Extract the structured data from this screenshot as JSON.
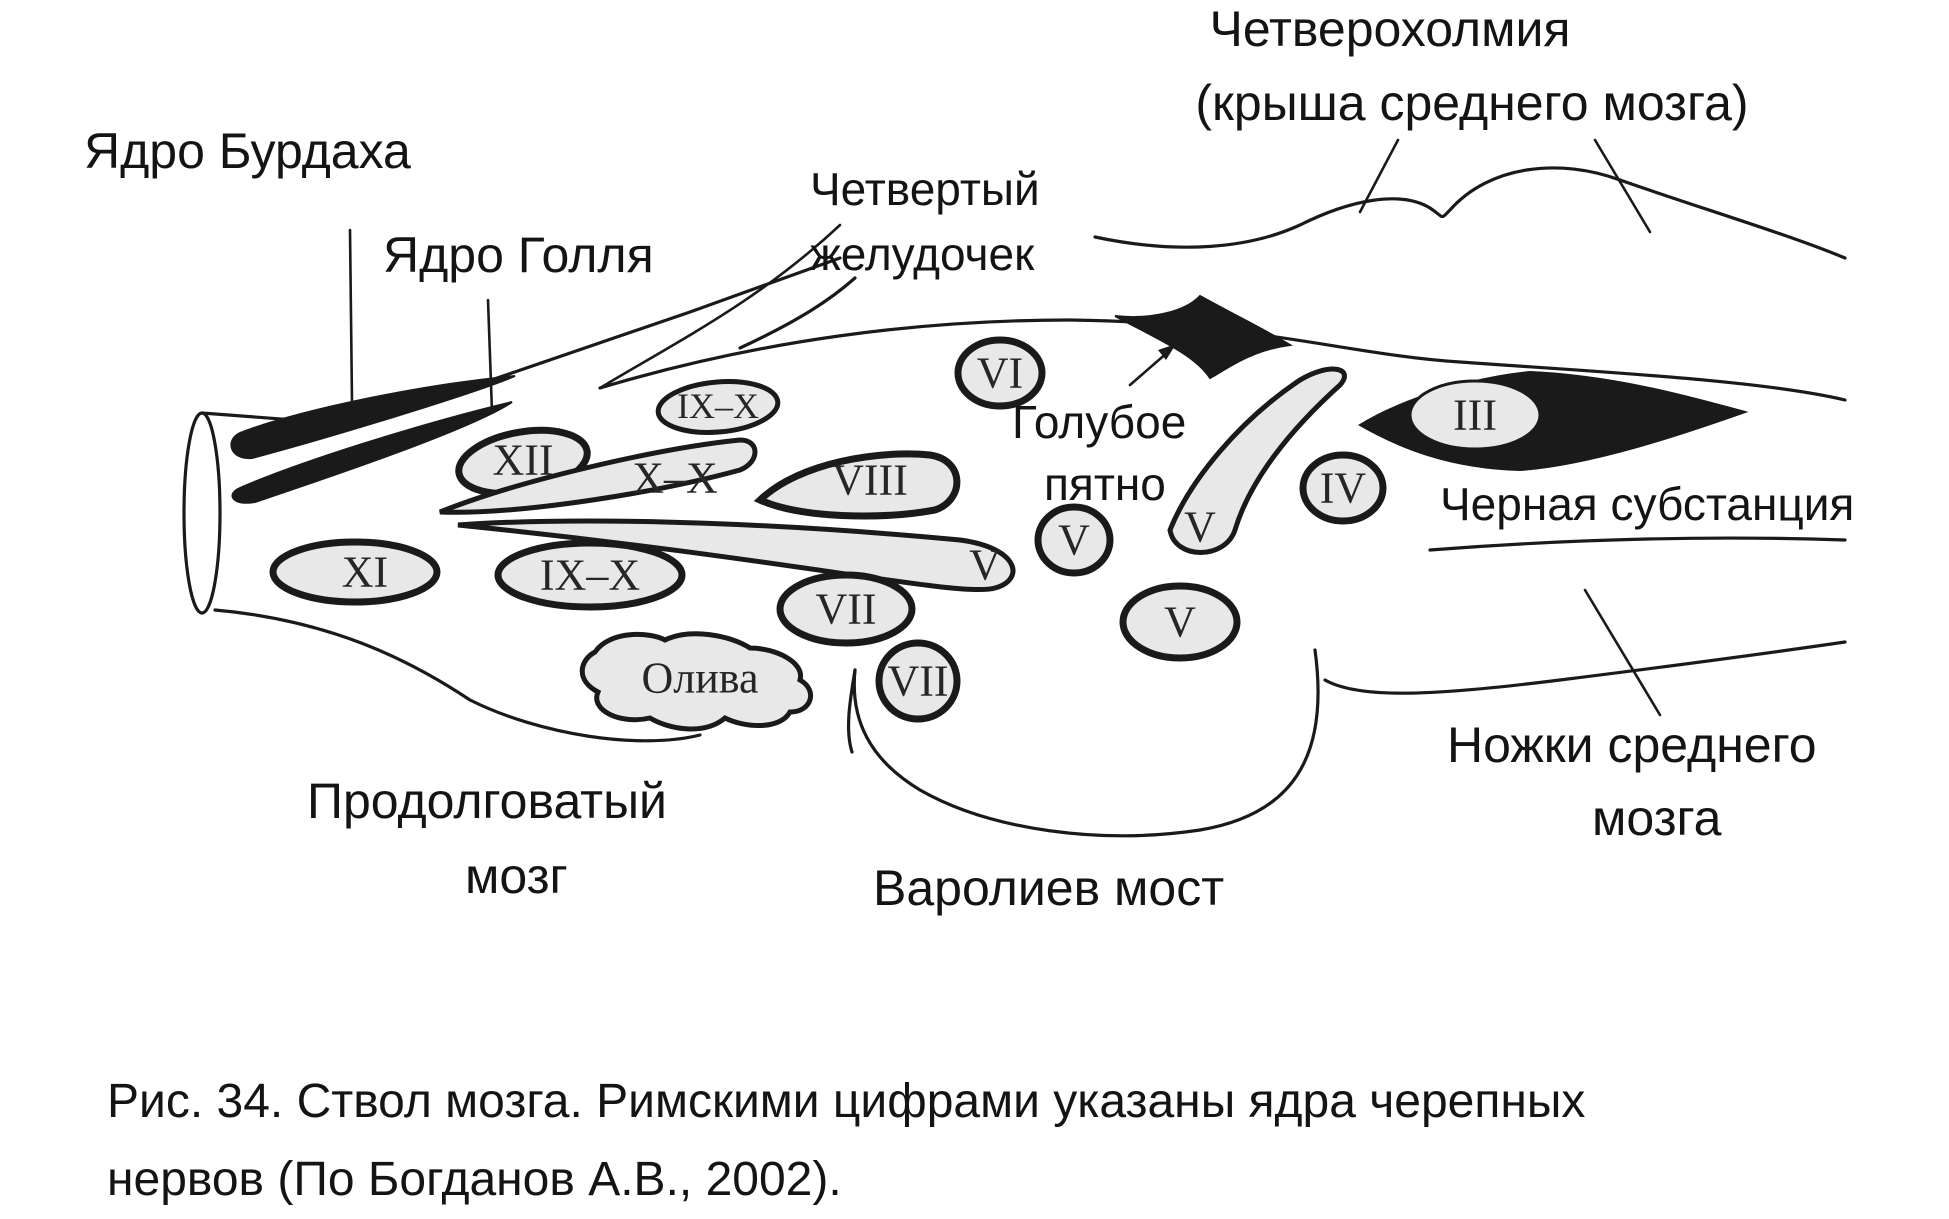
{
  "labels": {
    "quadrigemina_line1": "Четверохолмия",
    "quadrigemina_line2": "(крыша среднего мозга)",
    "burdach": "Ядро Бурдаха",
    "goll": "Ядро Голля",
    "fourth_ventricle_line1": "Четвертый",
    "fourth_ventricle_line2": "желудочек",
    "locus_coeruleus_line1": "Голубое",
    "locus_coeruleus_line2": "пятно",
    "substantia_nigra": "Черная субстанция",
    "peduncles_line1": "Ножки среднего",
    "peduncles_line2": "мозга",
    "medulla_line1": "Продолговатый",
    "medulla_line2": "мозг",
    "pons": "Варолиев мост"
  },
  "nuclei": {
    "xii": "XII",
    "ix_x_top": "IX–X",
    "x_x": "X–X",
    "viii": "VIII",
    "vi": "VI",
    "v_tract": "V",
    "v_small": "V",
    "v_curved": "V",
    "v_lower": "V",
    "iv": "IV",
    "iii": "III",
    "xi": "XI",
    "ix_x_bottom": "IX–X",
    "vii_upper": "VII",
    "vii_lower": "VII",
    "oliva": "Олива"
  },
  "caption": {
    "line1": "Рис. 34. Ствол мозга. Римскими цифрами указаны ядра черепных",
    "line2": "нервов (По Богданов А.В., 2002)."
  }
}
